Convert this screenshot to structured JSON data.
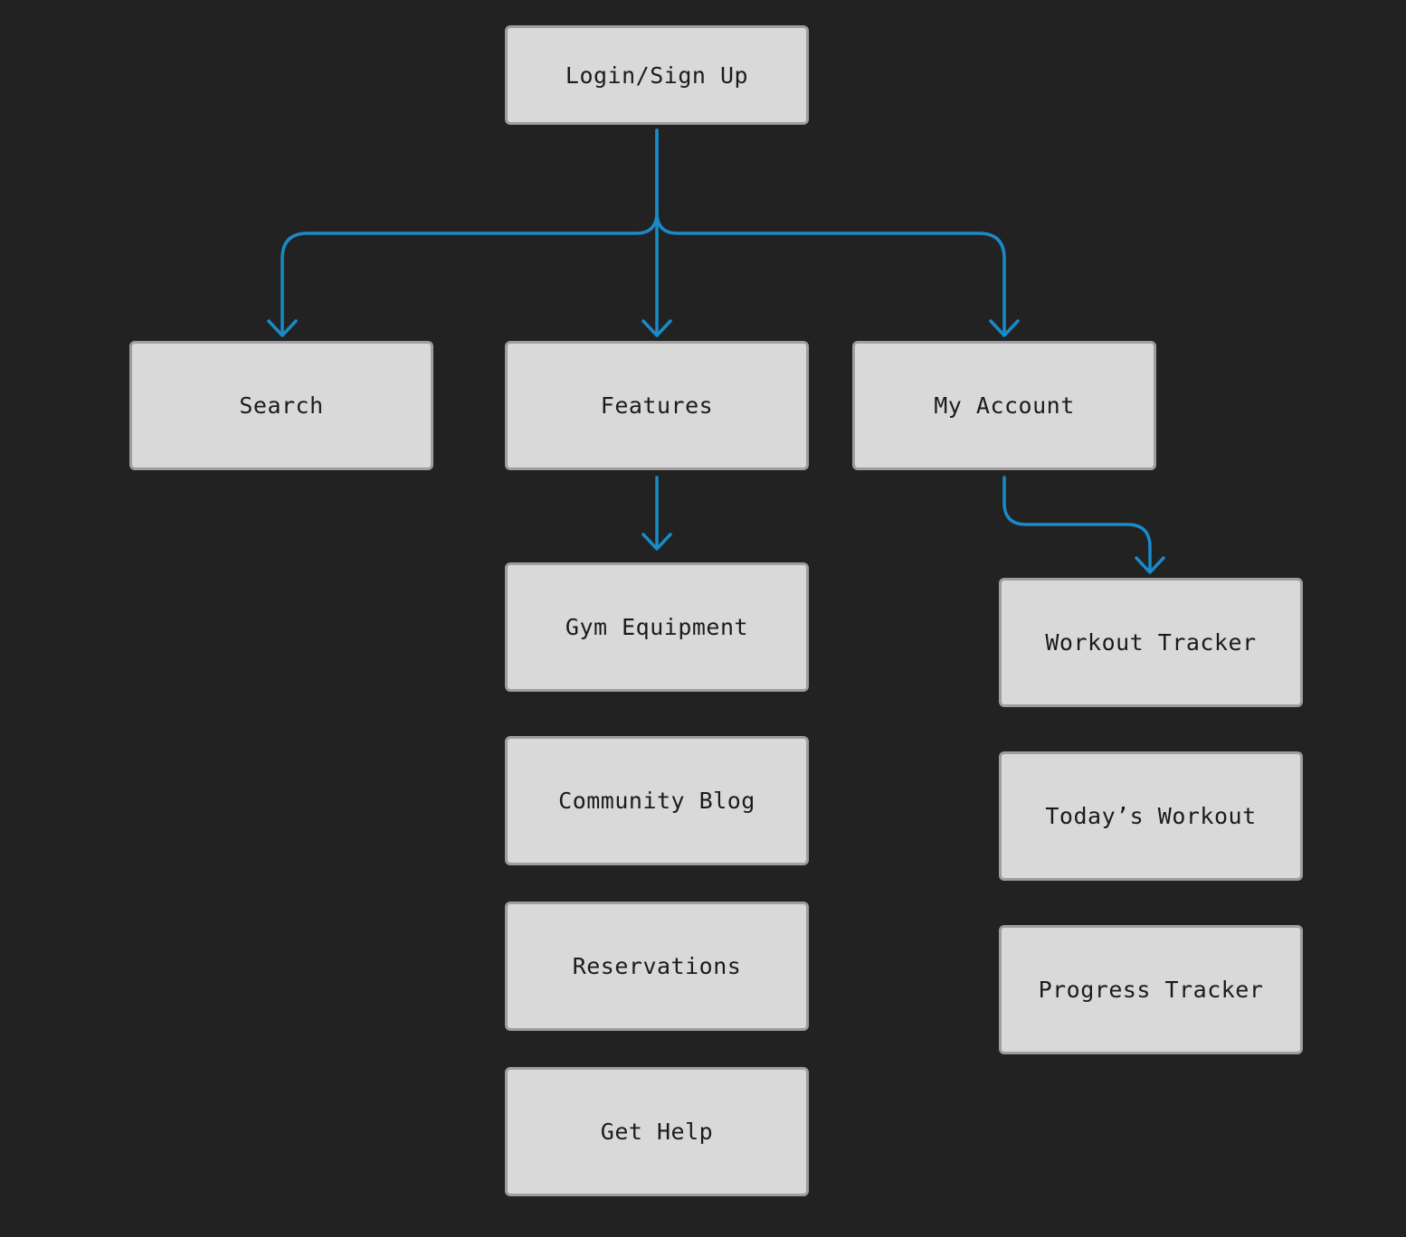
{
  "diagram": {
    "edge_color": "#1a8ac7",
    "node_fill": "#d9d9d9",
    "node_border": "#9e9e9e",
    "background": "#222222",
    "nodes": {
      "login": "Login/Sign Up",
      "search": "Search",
      "features": "Features",
      "my_account": "My Account",
      "gym_equipment": "Gym Equipment",
      "community_blog": "Community Blog",
      "reservations": "Reservations",
      "get_help": "Get Help",
      "workout_tracker": "Workout Tracker",
      "todays_workout": "Today’s Workout",
      "progress_tracker": "Progress Tracker"
    },
    "edges": [
      {
        "from": "login",
        "to": "search"
      },
      {
        "from": "login",
        "to": "features"
      },
      {
        "from": "login",
        "to": "my_account"
      },
      {
        "from": "features",
        "to": "gym_equipment"
      },
      {
        "from": "my_account",
        "to": "workout_tracker"
      }
    ]
  }
}
